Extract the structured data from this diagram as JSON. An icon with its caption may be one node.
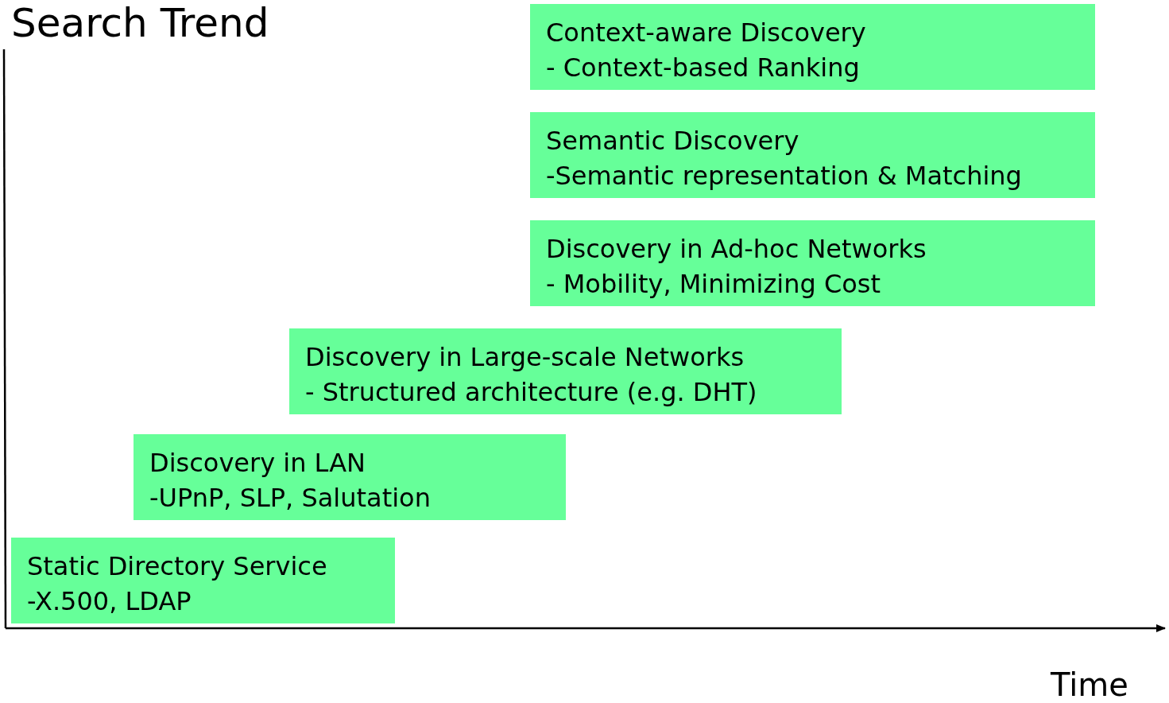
{
  "diagram": {
    "nodes": [
      {
        "text": [
          "Context-aware Discovery",
          "- Context-based Ranking"
        ]
      },
      {
        "text": [
          "Semantic Discovery",
          "-Semantic representation & Matching"
        ]
      },
      {
        "text": [
          "Discovery in Ad-hoc Networks",
          "- Mobility, Minimizing Cost"
        ]
      },
      {
        "text": [
          "Discovery in Large-scale Networks",
          "- Structured architecture (e.g. DHT)"
        ]
      },
      {
        "text": [
          "Discovery in LAN",
          "-UPnP, SLP, Salutation"
        ]
      },
      {
        "text": [
          "Static Directory Service",
          "-X.500, LDAP"
        ]
      }
    ],
    "edges": [],
    "labels": [
      "Search Trend",
      "Time"
    ]
  }
}
